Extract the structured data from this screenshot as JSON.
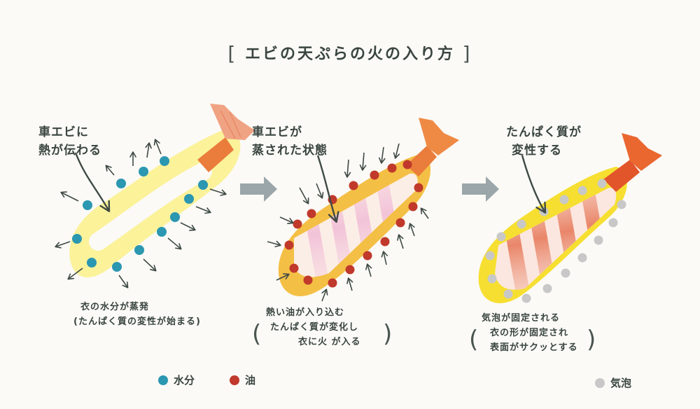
{
  "title": {
    "open": "[",
    "text": "エビの天ぷらの火の入り方",
    "close": "]"
  },
  "panels": [
    {
      "heading_lines": [
        "車エビに",
        "熱が伝わる"
      ],
      "caption_lines": [
        "衣の水分が蒸発",
        "(たんぱく質の変性が始まる)"
      ]
    },
    {
      "heading_lines": [
        "車エビが",
        "蒸された状態"
      ],
      "caption_lines": [
        "熱い油が入り込む",
        "たんぱく質が変化し",
        "衣に火 が入る"
      ]
    },
    {
      "heading_lines": [
        "たんぱく質が",
        "変性する"
      ],
      "caption_lines": [
        "気泡が固定される",
        "衣の形が固定され",
        "表面がサクッとする"
      ]
    }
  ],
  "legend": {
    "water": {
      "label": "水分",
      "color": "#2b97b1"
    },
    "oil": {
      "label": "油",
      "color": "#c0392b"
    },
    "bubble": {
      "label": "気泡",
      "color": "#c8c8c8"
    }
  },
  "colors": {
    "batter_light": "#fbf29a",
    "batter_orange": "#f4bf45",
    "batter_golden": "#f6df30",
    "tail": "#ea7c3c",
    "arrow": "#9aa6a9",
    "pen": "#3f4a44"
  }
}
